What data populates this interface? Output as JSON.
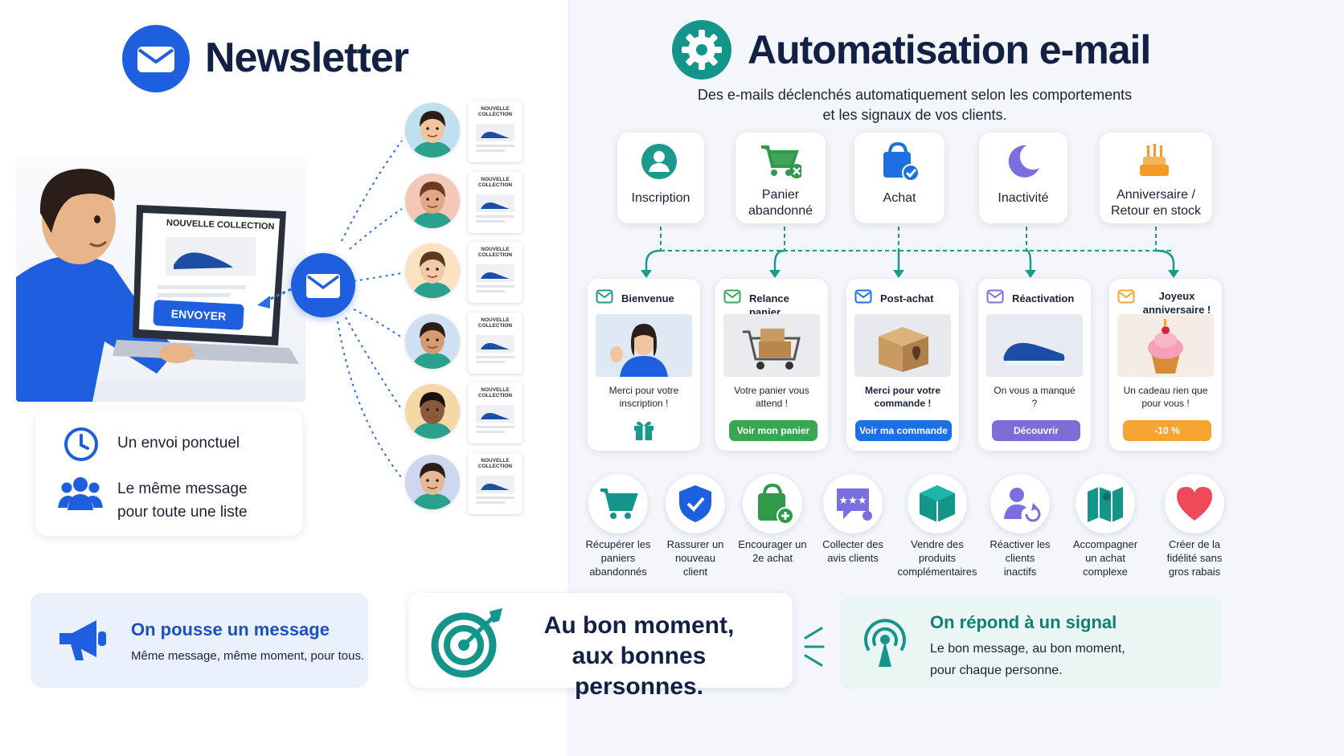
{
  "left": {
    "title": "Newsletter",
    "laptop_heading": "NOUVELLE COLLECTION",
    "send_button": "ENVOYER",
    "newsletter_tag_line1": "NOUVELLE",
    "newsletter_tag_line2": "COLLECTION",
    "info": {
      "item1": "Un envoi ponctuel",
      "item2_line1": "Le même message",
      "item2_line2": "pour toute une liste"
    },
    "push": {
      "title": "On pousse un message",
      "subtitle": "Même message, même moment, pour tous."
    }
  },
  "right": {
    "title": "Automatisation e-mail",
    "subtitle_line1": "Des e-mails déclenchés automatiquement selon les comportements",
    "subtitle_line2": "et les signaux de vos clients.",
    "triggers": [
      {
        "label": "Inscription",
        "icon": "user-icon",
        "color": "#1b9a8c"
      },
      {
        "label": "Panier abandonné",
        "icon": "cart-x-icon",
        "color": "#2e9a4a"
      },
      {
        "label": "Achat",
        "icon": "shopping-bag-check-icon",
        "color": "#1e6fe0"
      },
      {
        "label": "Inactivité",
        "icon": "moon-icon",
        "color": "#7b6fe0"
      },
      {
        "label": "Anniversaire / Retour en stock",
        "icon": "birthday-cake-icon",
        "color": "#f39a28"
      }
    ],
    "emails": [
      {
        "title": "Bienvenue",
        "text": "Merci pour votre inscription !",
        "button": "",
        "accent": "#1b9a8c"
      },
      {
        "title": "Relance panier",
        "text": "Votre panier vous attend !",
        "button": "Voir mon panier",
        "accent": "#3aa651"
      },
      {
        "title": "Post-achat",
        "text": "Merci pour votre commande !",
        "button": "Voir ma commande",
        "accent": "#1e6fe0"
      },
      {
        "title": "Réactivation",
        "text": "On vous a manqué ?",
        "button": "Découvrir",
        "accent": "#7b6fd6"
      },
      {
        "title": "Joyeux anniversaire !",
        "text": "Un cadeau rien que pour vous !",
        "button": "-10 %",
        "accent": "#f4a534"
      }
    ],
    "benefits": [
      {
        "line1": "Récupérer les",
        "line2": "paniers",
        "line3": "abandonnés",
        "icon": "cart-icon"
      },
      {
        "line1": "Rassurer un",
        "line2": "nouveau",
        "line3": "client",
        "icon": "shield-check-icon"
      },
      {
        "line1": "Encourager un",
        "line2": "2e achat",
        "line3": "",
        "icon": "bag-plus-icon"
      },
      {
        "line1": "Collecter des",
        "line2": "avis clients",
        "line3": "",
        "icon": "review-stars-icon"
      },
      {
        "line1": "Vendre des",
        "line2": "produits",
        "line3": "complémentaires",
        "icon": "box-icon"
      },
      {
        "line1": "Réactiver les",
        "line2": "clients",
        "line3": "inactifs",
        "icon": "user-refresh-icon"
      },
      {
        "line1": "Accompagner",
        "line2": "un achat",
        "line3": "complexe",
        "icon": "map-icon"
      },
      {
        "line1": "Créer de la",
        "line2": "fidélité sans",
        "line3": "gros rabais",
        "icon": "heart-icon"
      }
    ],
    "signal": {
      "title": "On répond à un signal",
      "line1": "Le bon message, au bon moment,",
      "line2": "pour chaque personne."
    }
  },
  "center": {
    "line1": "Au bon moment,",
    "line2": "aux bonnes personnes."
  },
  "colors": {
    "blue": "#1e5fe0",
    "teal": "#14958a",
    "navy": "#122044"
  }
}
